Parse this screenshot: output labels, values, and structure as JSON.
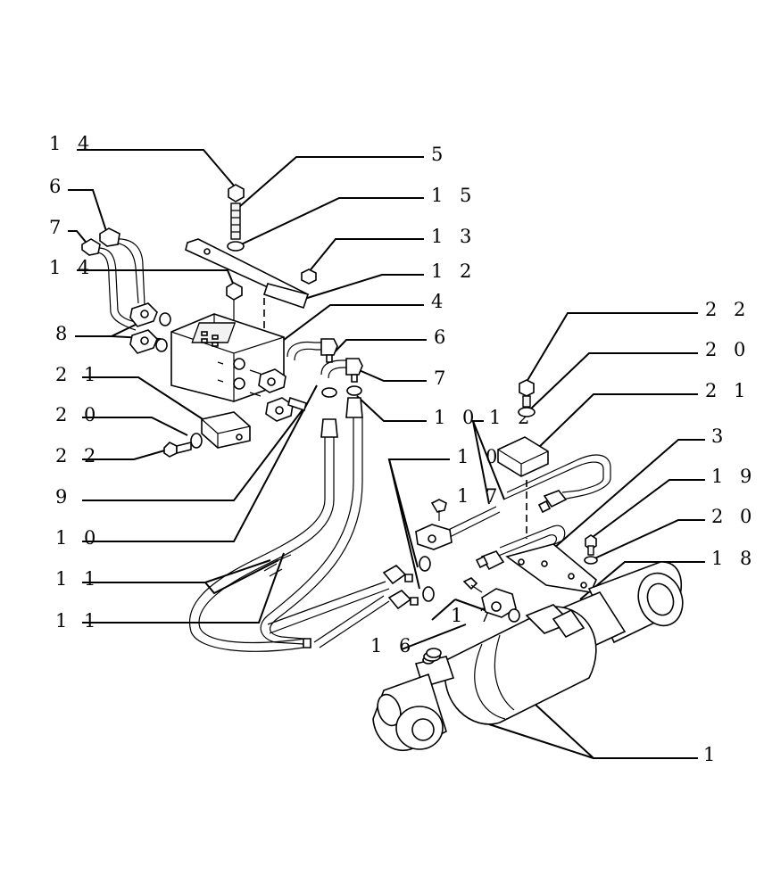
{
  "callouts": [
    {
      "id": "c-14-top",
      "text": "1 4"
    },
    {
      "id": "c-5",
      "text": "5"
    },
    {
      "id": "c-6-left",
      "text": "6"
    },
    {
      "id": "c-15",
      "text": "1 5"
    },
    {
      "id": "c-7-left",
      "text": "7"
    },
    {
      "id": "c-13",
      "text": "1 3"
    },
    {
      "id": "c-14-mid",
      "text": "1 4"
    },
    {
      "id": "c-12-top",
      "text": "1 2"
    },
    {
      "id": "c-4",
      "text": "4"
    },
    {
      "id": "c-22-right",
      "text": "2 2"
    },
    {
      "id": "c-8",
      "text": "8"
    },
    {
      "id": "c-6-right",
      "text": "6"
    },
    {
      "id": "c-20-right",
      "text": "2 0"
    },
    {
      "id": "c-21-left",
      "text": "2 1"
    },
    {
      "id": "c-7-right",
      "text": "7"
    },
    {
      "id": "c-21-right",
      "text": "2 1"
    },
    {
      "id": "c-20-left",
      "text": "2 0"
    },
    {
      "id": "c-10-mid",
      "text": "1 0"
    },
    {
      "id": "c-12-mid",
      "text": "1 2"
    },
    {
      "id": "c-3",
      "text": "3"
    },
    {
      "id": "c-22-left",
      "text": "2 2"
    },
    {
      "id": "c-10-right",
      "text": "1 0"
    },
    {
      "id": "c-19",
      "text": "1 9"
    },
    {
      "id": "c-9",
      "text": "9"
    },
    {
      "id": "c-17-top",
      "text": "1 7"
    },
    {
      "id": "c-20-lower",
      "text": "2 0"
    },
    {
      "id": "c-10-left",
      "text": "1 0"
    },
    {
      "id": "c-18",
      "text": "1 8"
    },
    {
      "id": "c-11-top",
      "text": "1 1"
    },
    {
      "id": "c-11-bottom",
      "text": "1 1"
    },
    {
      "id": "c-17-bottom",
      "text": "1 7"
    },
    {
      "id": "c-16",
      "text": "1 6"
    },
    {
      "id": "c-1",
      "text": "1"
    }
  ]
}
